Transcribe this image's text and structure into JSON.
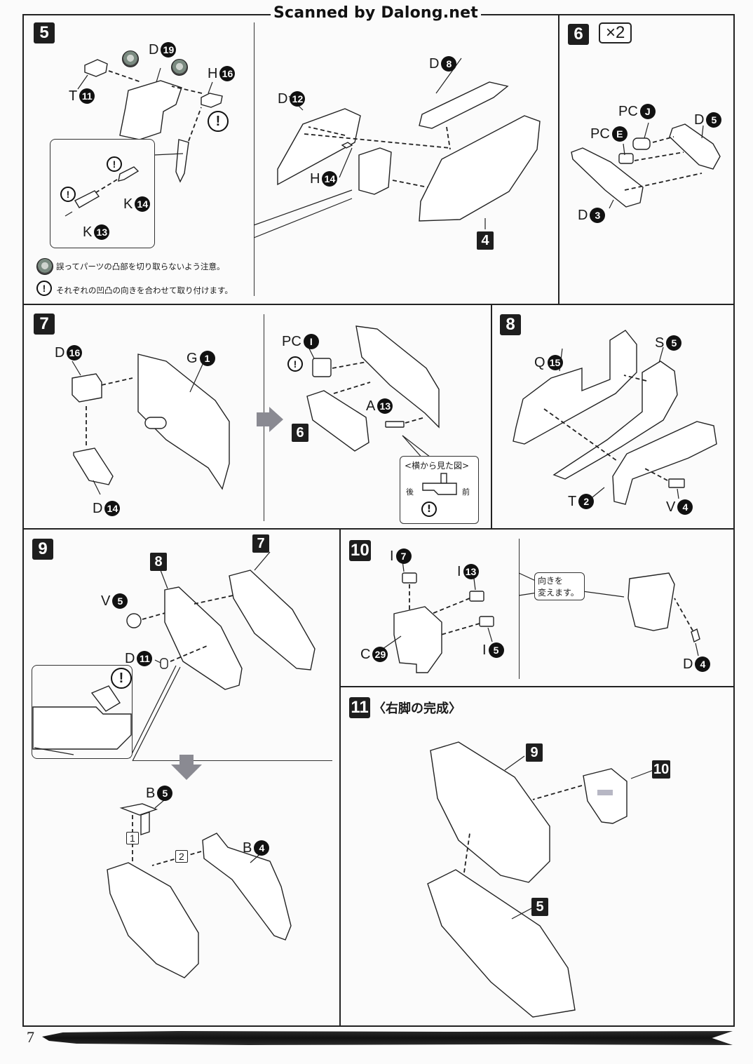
{
  "watermark": "Scanned by Dalong.net",
  "page_number": "7",
  "steps": {
    "s5": {
      "number": "5",
      "labels": [
        {
          "letter": "D",
          "num": "19"
        },
        {
          "letter": "T",
          "num": "11"
        },
        {
          "letter": "H",
          "num": "16"
        },
        {
          "letter": "K",
          "num": "14"
        },
        {
          "letter": "K",
          "num": "13"
        },
        {
          "letter": "D",
          "num": "12"
        },
        {
          "letter": "H",
          "num": "14"
        },
        {
          "letter": "D",
          "num": "8"
        }
      ],
      "subassembly_ref": "4",
      "note_caution": "誤ってパーツの凸部を切り取らないよう注意。",
      "note_align": "それぞれの凹凸の向きを合わせて取り付けます。",
      "warn_mark": "!"
    },
    "s6": {
      "number": "6",
      "multiplier": "×2",
      "labels": [
        {
          "letter": "PC",
          "num": "J"
        },
        {
          "letter": "PC",
          "num": "E"
        },
        {
          "letter": "D",
          "num": "5"
        },
        {
          "letter": "D",
          "num": "3"
        }
      ]
    },
    "s7": {
      "number": "7",
      "labels": [
        {
          "letter": "D",
          "num": "16"
        },
        {
          "letter": "G",
          "num": "1"
        },
        {
          "letter": "D",
          "num": "14"
        },
        {
          "letter": "PC",
          "num": "I"
        },
        {
          "letter": "A",
          "num": "13"
        }
      ],
      "subassembly_ref": "6",
      "side_view": {
        "title": "<横から見た図>",
        "back": "後",
        "front": "前"
      }
    },
    "s8": {
      "number": "8",
      "labels": [
        {
          "letter": "Q",
          "num": "15"
        },
        {
          "letter": "S",
          "num": "5"
        },
        {
          "letter": "T",
          "num": "2"
        },
        {
          "letter": "V",
          "num": "4"
        }
      ]
    },
    "s9": {
      "number": "9",
      "labels": [
        {
          "letter": "V",
          "num": "5"
        },
        {
          "letter": "D",
          "num": "11"
        },
        {
          "letter": "B",
          "num": "5"
        },
        {
          "letter": "B",
          "num": "4"
        }
      ],
      "subassembly_refs": [
        "8",
        "7"
      ],
      "order_marks": [
        "1",
        "2"
      ]
    },
    "s10": {
      "number": "10",
      "labels": [
        {
          "letter": "I",
          "num": "7"
        },
        {
          "letter": "I",
          "num": "13"
        },
        {
          "letter": "I",
          "num": "5"
        },
        {
          "letter": "C",
          "num": "29"
        },
        {
          "letter": "D",
          "num": "4"
        }
      ],
      "callout_line1": "向きを",
      "callout_line2": "変えます。"
    },
    "s11": {
      "number": "11",
      "title": "〈右脚の完成〉",
      "subassembly_refs": [
        "9",
        "10",
        "5"
      ]
    }
  }
}
